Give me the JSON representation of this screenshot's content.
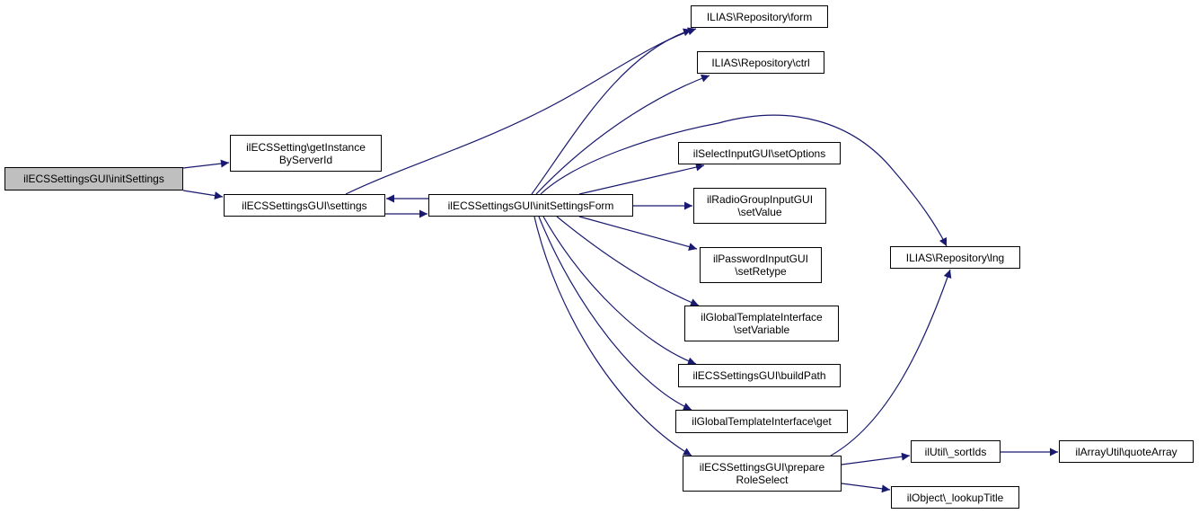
{
  "colors": {
    "edge": "#191970",
    "root_fill": "#bfbfbf",
    "node_fill": "#ffffff"
  },
  "nodes": {
    "initSettings": "ilECSSettingsGUI\\initSettings",
    "getInstance": "ilECSSetting\\getInstance\nByServerId",
    "settings": "ilECSSettingsGUI\\settings",
    "initSettingsForm": "ilECSSettingsGUI\\initSettingsForm",
    "form": "ILIAS\\Repository\\form",
    "ctrl": "ILIAS\\Repository\\ctrl",
    "setOptions": "ilSelectInputGUI\\setOptions",
    "setValue": "ilRadioGroupInputGUI\n\\setValue",
    "setRetype": "ilPasswordInputGUI\n\\setRetype",
    "setVariable": "ilGlobalTemplateInterface\n\\setVariable",
    "buildPath": "ilECSSettingsGUI\\buildPath",
    "get": "ilGlobalTemplateInterface\\get",
    "prepareRoleSelect": "ilECSSettingsGUI\\prepare\nRoleSelect",
    "lng": "ILIAS\\Repository\\lng",
    "sortIds": "ilUtil\\_sortIds",
    "quoteArray": "ilArrayUtil\\quoteArray",
    "lookupTitle": "ilObject\\_lookupTitle"
  },
  "edges": [
    [
      "initSettings",
      "getInstance"
    ],
    [
      "initSettings",
      "settings"
    ],
    [
      "settings",
      "initSettingsForm"
    ],
    [
      "initSettingsForm",
      "settings"
    ],
    [
      "settings",
      "form"
    ],
    [
      "initSettingsForm",
      "form"
    ],
    [
      "initSettingsForm",
      "ctrl"
    ],
    [
      "initSettingsForm",
      "lng"
    ],
    [
      "initSettingsForm",
      "setOptions"
    ],
    [
      "initSettingsForm",
      "setValue"
    ],
    [
      "initSettingsForm",
      "setRetype"
    ],
    [
      "initSettingsForm",
      "setVariable"
    ],
    [
      "initSettingsForm",
      "buildPath"
    ],
    [
      "initSettingsForm",
      "get"
    ],
    [
      "initSettingsForm",
      "prepareRoleSelect"
    ],
    [
      "prepareRoleSelect",
      "lng"
    ],
    [
      "prepareRoleSelect",
      "sortIds"
    ],
    [
      "sortIds",
      "quoteArray"
    ],
    [
      "prepareRoleSelect",
      "lookupTitle"
    ]
  ]
}
